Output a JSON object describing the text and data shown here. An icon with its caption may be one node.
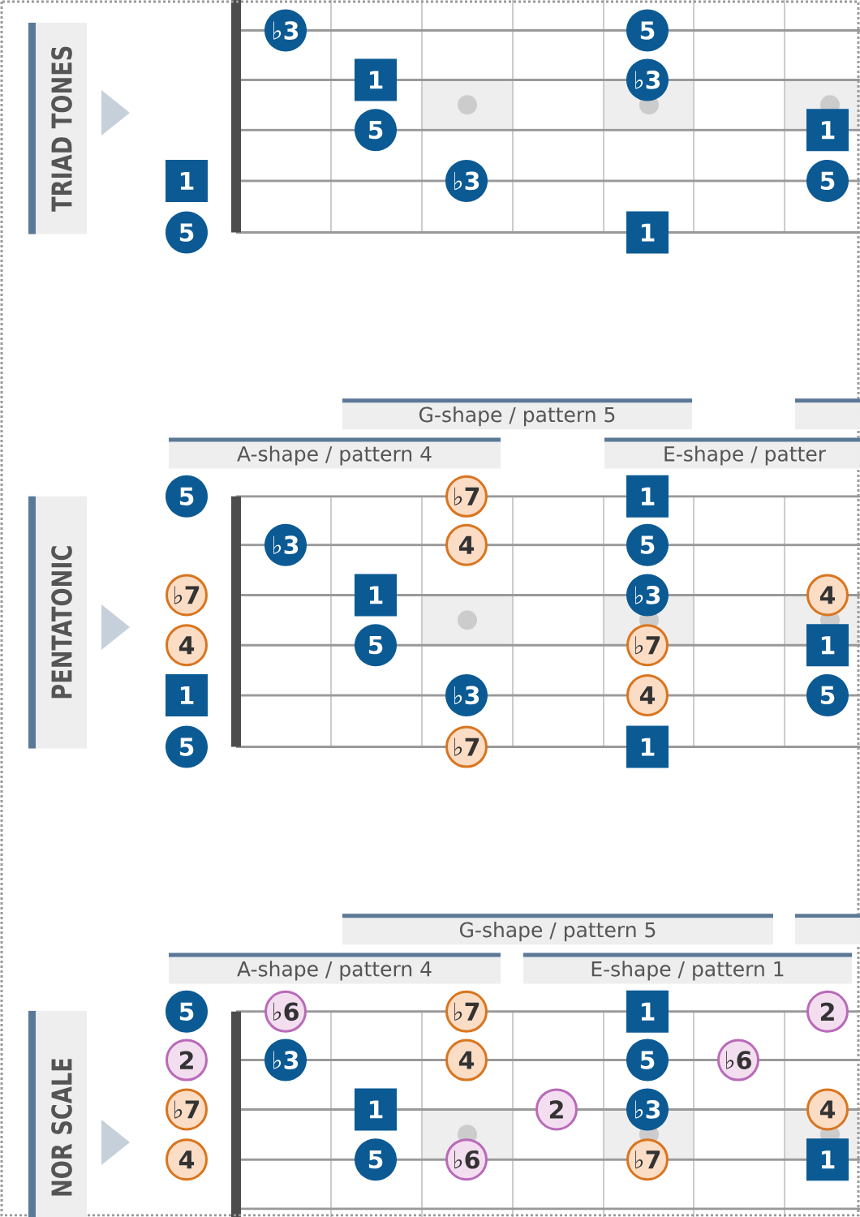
{
  "diagram": {
    "nodes": [
      {
        "text": [
          "TRIAD TONES"
        ]
      },
      {
        "text": [
          "♭3"
        ]
      },
      {
        "text": [
          "5"
        ]
      },
      {
        "text": [
          "1"
        ]
      },
      {
        "text": [
          "♭3"
        ]
      },
      {
        "text": [
          "5"
        ]
      },
      {
        "text": [
          "1"
        ]
      },
      {
        "text": [
          "1"
        ]
      },
      {
        "text": [
          "♭3"
        ]
      },
      {
        "text": [
          "5"
        ]
      },
      {
        "text": [
          "5"
        ]
      },
      {
        "text": [
          "1"
        ]
      },
      {
        "text": [
          "G-shape / pattern 5"
        ]
      },
      {
        "text": [],
        "shape": "bar"
      },
      {
        "text": [
          "A-shape / pattern 4"
        ]
      },
      {
        "text": [
          "E-shape / patter"
        ]
      },
      {
        "text": [
          "PENTATONIC"
        ]
      },
      {
        "text": [
          "5"
        ]
      },
      {
        "text": [
          "♭7"
        ]
      },
      {
        "text": [
          "1"
        ]
      },
      {
        "text": [
          "♭3"
        ]
      },
      {
        "text": [
          "4"
        ]
      },
      {
        "text": [
          "5"
        ]
      },
      {
        "text": [
          "♭7"
        ]
      },
      {
        "text": [
          "1"
        ]
      },
      {
        "text": [
          "♭3"
        ]
      },
      {
        "text": [
          "4"
        ]
      },
      {
        "text": [
          "4"
        ]
      },
      {
        "text": [
          "5"
        ]
      },
      {
        "text": [
          "♭7"
        ]
      },
      {
        "text": [
          "1"
        ]
      },
      {
        "text": [
          "1"
        ]
      },
      {
        "text": [
          "♭3"
        ]
      },
      {
        "text": [
          "4"
        ]
      },
      {
        "text": [
          "5"
        ]
      },
      {
        "text": [
          "5"
        ]
      },
      {
        "text": [
          "♭7"
        ]
      },
      {
        "text": [
          "1"
        ]
      },
      {
        "text": [
          "G-shape / pattern 5"
        ]
      },
      {
        "text": [],
        "shape": "bar"
      },
      {
        "text": [
          "A-shape / pattern 4"
        ]
      },
      {
        "text": [
          "E-shape / pattern 1"
        ]
      },
      {
        "text": [
          "NOR SCALE"
        ]
      },
      {
        "text": [
          "5"
        ]
      },
      {
        "text": [
          "♭6"
        ]
      },
      {
        "text": [
          "♭7"
        ]
      },
      {
        "text": [
          "1"
        ]
      },
      {
        "text": [
          "2"
        ]
      },
      {
        "text": [
          "2"
        ]
      },
      {
        "text": [
          "♭3"
        ]
      },
      {
        "text": [
          "4"
        ]
      },
      {
        "text": [
          "5"
        ]
      },
      {
        "text": [
          "♭6"
        ]
      },
      {
        "text": [
          "♭7"
        ]
      },
      {
        "text": [
          "1"
        ]
      },
      {
        "text": [
          "2"
        ]
      },
      {
        "text": [
          "♭3"
        ]
      },
      {
        "text": [
          "4"
        ]
      },
      {
        "text": [
          "4"
        ]
      },
      {
        "text": [
          "5"
        ]
      },
      {
        "text": [
          "♭6"
        ]
      },
      {
        "text": [
          "♭7"
        ]
      },
      {
        "text": [
          "1"
        ]
      }
    ]
  }
}
